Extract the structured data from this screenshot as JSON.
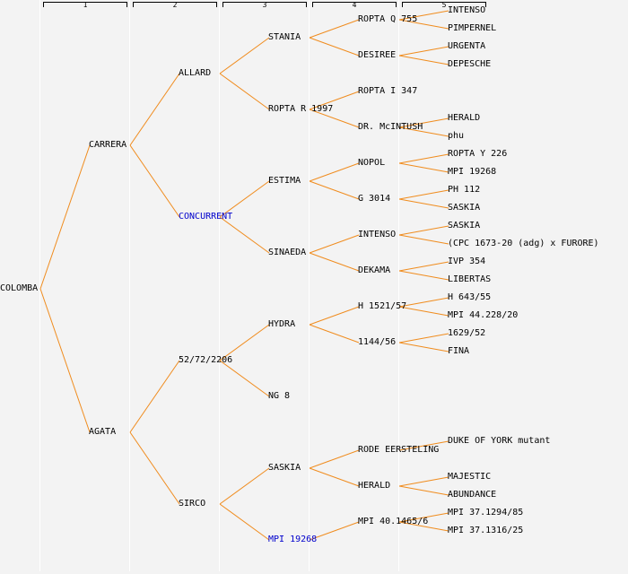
{
  "diagram": {
    "type": "pedigree-tree",
    "generation_labels": [
      "1",
      "2",
      "3",
      "4",
      "5"
    ],
    "colors": {
      "line": "#f08c1e",
      "text": "#000000",
      "highlight": "#0000cc",
      "background": "#f3f3f3"
    },
    "root": {
      "name": "COLOMBA",
      "children": [
        {
          "name": "CARRERA",
          "children": [
            {
              "name": "ALLARD",
              "children": [
                {
                  "name": "STANIA",
                  "children": [
                    {
                      "name": "ROPTA Q 755",
                      "children": [
                        {
                          "name": "INTENSO"
                        },
                        {
                          "name": "PIMPERNEL"
                        }
                      ]
                    },
                    {
                      "name": "DESIREE",
                      "children": [
                        {
                          "name": "URGENTA"
                        },
                        {
                          "name": "DEPESCHE"
                        }
                      ]
                    }
                  ]
                },
                {
                  "name": "ROPTA R 1997",
                  "children": [
                    {
                      "name": "ROPTA I 347"
                    },
                    {
                      "name": "DR. McINTUSH",
                      "children": [
                        {
                          "name": "HERALD"
                        },
                        {
                          "name": "phu"
                        }
                      ]
                    }
                  ]
                }
              ]
            },
            {
              "name": "CONCURRENT",
              "highlight": true,
              "children": [
                {
                  "name": "ESTIMA",
                  "children": [
                    {
                      "name": "NOPOL",
                      "children": [
                        {
                          "name": "ROPTA Y 226"
                        },
                        {
                          "name": "MPI 19268"
                        }
                      ]
                    },
                    {
                      "name": "G 3014",
                      "children": [
                        {
                          "name": "PH 112"
                        },
                        {
                          "name": "SASKIA"
                        }
                      ]
                    }
                  ]
                },
                {
                  "name": "SINAEDA",
                  "children": [
                    {
                      "name": "INTENSO",
                      "children": [
                        {
                          "name": "SASKIA"
                        },
                        {
                          "name": "(CPC 1673-20 (adg) x FURORE)"
                        }
                      ]
                    },
                    {
                      "name": "DEKAMA",
                      "children": [
                        {
                          "name": "IVP 354"
                        },
                        {
                          "name": "LIBERTAS"
                        }
                      ]
                    }
                  ]
                }
              ]
            }
          ]
        },
        {
          "name": "AGATA",
          "children": [
            {
              "name": "52/72/2206",
              "children": [
                {
                  "name": "HYDRA",
                  "children": [
                    {
                      "name": "H 1521/57",
                      "children": [
                        {
                          "name": "H 643/55"
                        },
                        {
                          "name": "MPI 44.228/20"
                        }
                      ]
                    },
                    {
                      "name": "1144/56",
                      "children": [
                        {
                          "name": "1629/52"
                        },
                        {
                          "name": "FINA"
                        }
                      ]
                    }
                  ]
                },
                {
                  "name": "NG 8"
                }
              ]
            },
            {
              "name": "SIRCO",
              "children": [
                {
                  "name": "SASKIA",
                  "children": [
                    {
                      "name": "RODE EERSTELING",
                      "children": [
                        {
                          "name": "DUKE OF YORK mutant"
                        }
                      ]
                    },
                    {
                      "name": "HERALD",
                      "children": [
                        {
                          "name": "MAJESTIC"
                        },
                        {
                          "name": "ABUNDANCE"
                        }
                      ]
                    }
                  ]
                },
                {
                  "name": "MPI 19268",
                  "highlight": true,
                  "children": [
                    {
                      "name": "MPI 40.1465/6",
                      "children": [
                        {
                          "name": "MPI 37.1294/85"
                        },
                        {
                          "name": "MPI 37.1316/25"
                        }
                      ]
                    }
                  ]
                }
              ]
            }
          ]
        }
      ]
    }
  }
}
